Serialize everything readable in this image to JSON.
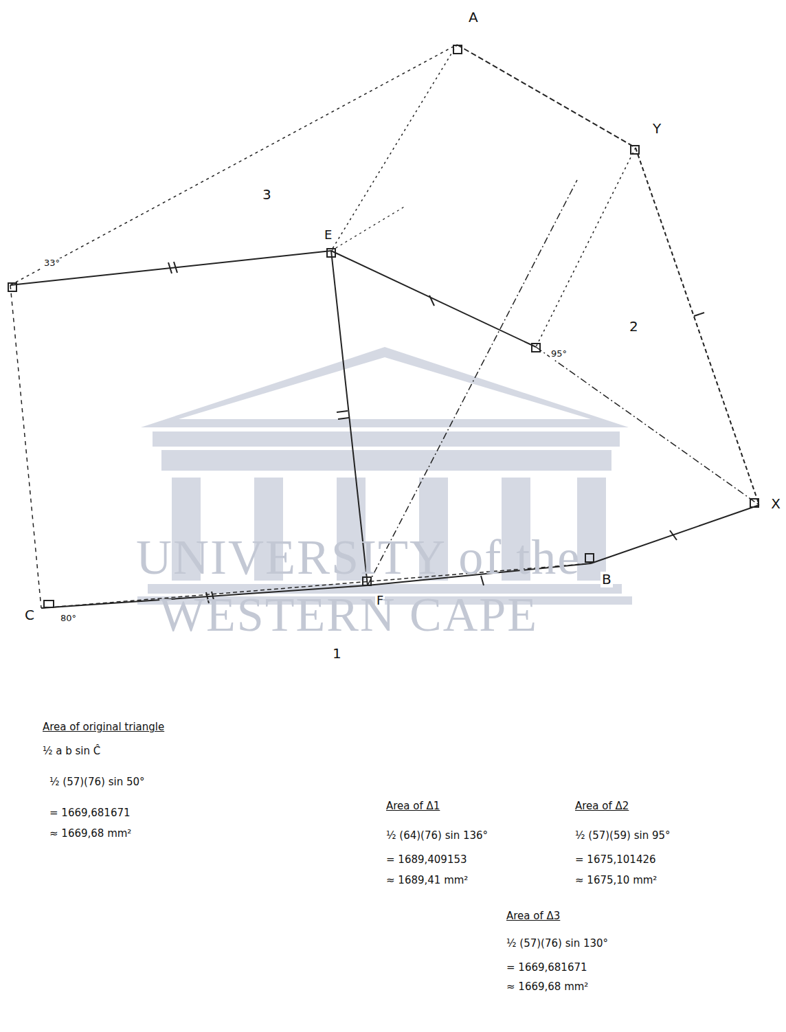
{
  "diagram": {
    "labels": [
      "A",
      "Y",
      "X",
      "B",
      "C",
      "E",
      "F",
      "1",
      "2",
      "3",
      "33°",
      "80°",
      "95°",
      "UNIVERSITY of the",
      "WESTERN CAPE",
      "Area of original triangle",
      "½ a b sin Ĉ",
      "½ (57)(76) sin 50°",
      "= 1669,681671",
      "≈ 1669,68 mm²",
      "Area of Δ1",
      "½ (64)(76) sin 136°",
      "= 1689,409153",
      "≈ 1689,41 mm²",
      "Area of Δ2",
      "½ (57)(59) sin 95°",
      "= 1675,101426",
      "≈ 1675,10 mm²",
      "Area of Δ3",
      "½ (57)(76) sin 130°",
      "= 1669,681671",
      "≈ 1669,68 mm²"
    ]
  }
}
